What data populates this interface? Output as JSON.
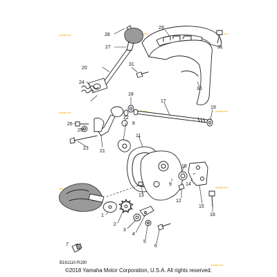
{
  "diagram": {
    "callouts": [
      "1",
      "2",
      "3",
      "4",
      "5",
      "6",
      "7",
      "8",
      "9",
      "10",
      "11",
      "12",
      "13",
      "14",
      "15",
      "16",
      "17",
      "18",
      "19",
      "20",
      "21",
      "22",
      "23",
      "24",
      "25",
      "26",
      "27",
      "28",
      "29",
      "30",
      "31",
      "31"
    ],
    "diagram_code": "B161110-R190",
    "copyright": "©2018 Yamaha Motor Corporation, U.S.A. All rights reserved.",
    "watermark": "partzilla.com",
    "colors": {
      "line": "#222222",
      "part_fill": "#9a9a9a",
      "watermark": "#f2a900"
    }
  }
}
